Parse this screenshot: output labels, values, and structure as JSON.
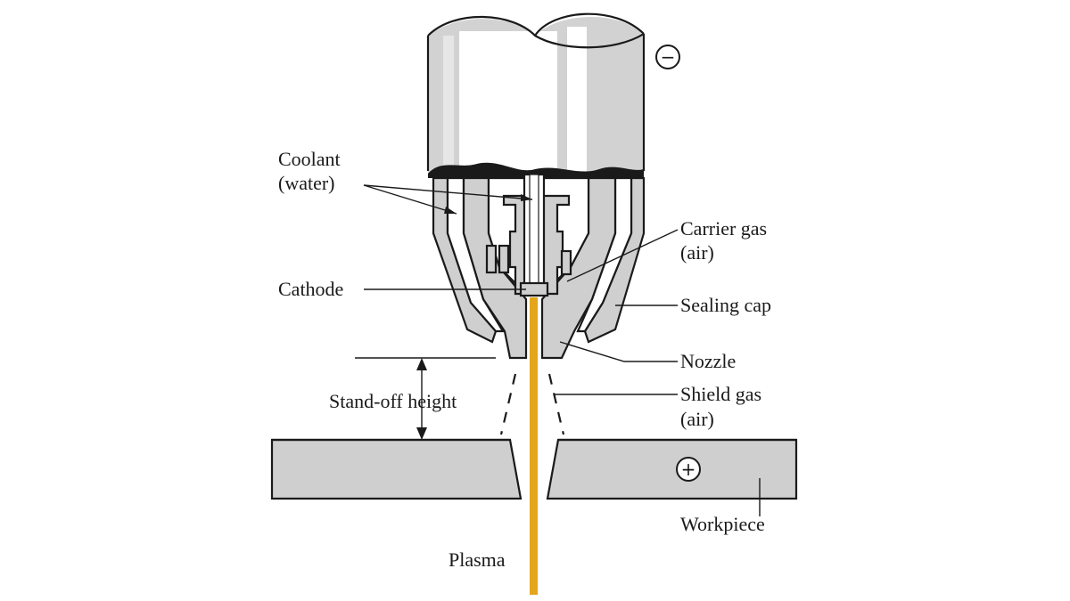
{
  "labels": {
    "coolant": [
      "Coolant",
      "(water)"
    ],
    "carrier_gas": [
      "Carrier gas",
      "(air)"
    ],
    "cathode": "Cathode",
    "sealing_cap": "Sealing cap",
    "nozzle": "Nozzle",
    "shield_gas": [
      "Shield gas",
      "(air)"
    ],
    "standoff": "Stand-off height",
    "workpiece": "Workpiece",
    "plasma": "Plasma"
  },
  "symbols": {
    "negative": "−",
    "positive": "+"
  },
  "colors": {
    "plasma": "#e3a51a",
    "body_shade": "#d2d2d2",
    "outline": "#1a1a1a"
  }
}
